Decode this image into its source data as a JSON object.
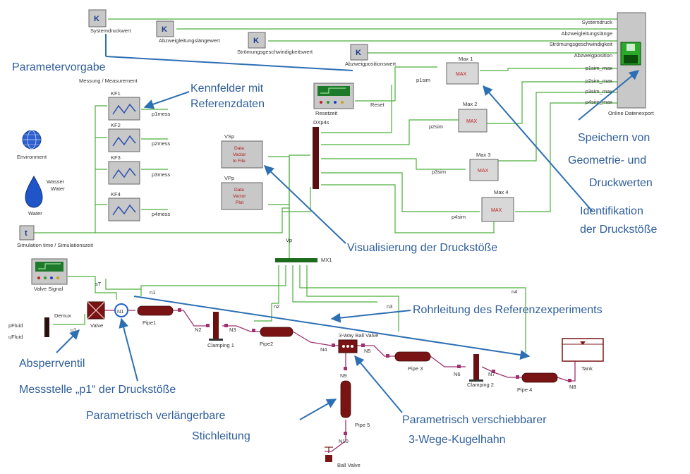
{
  "annotations": {
    "parametervorgabe": "Parametervorgabe",
    "kennfelder_1": "Kennfelder mit",
    "kennfelder_2": "Referenzdaten",
    "speichern_1": "Speichern von",
    "speichern_2": "Geometrie- und",
    "speichern_3": "Druckwerten",
    "identifikation_1": "Identifikation",
    "identifikation_2": "der Druckstöße",
    "visualisierung": "Visualisierung der Druckstöße",
    "rohrleitung": "Rohrleitung des Referenzexperiments",
    "absperrventil": "Absperrventil",
    "messstelle": "Messstelle „p1“ der Druckstöße",
    "stichleitung_1": "Parametrisch verlängerbare",
    "stichleitung_2": "Stichleitung",
    "kugelhahn_1": "Parametrisch verschiebbarer",
    "kugelhahn_2": "3-Wege-Kugelhahn"
  },
  "blocks": {
    "k_glyph": "K",
    "k1": "Systemdruckwert",
    "k2": "Abzweigleitungslängewert",
    "k3": "Strömungsgeschwindigkeitswert",
    "k4": "Abzweigpositionswert",
    "measurement": "Messung / Measurement",
    "kf1": "KF1",
    "kf2": "KF2",
    "kf3": "KF3",
    "kf4": "KF4",
    "p1mess": "p1mess",
    "p2mess": "p2mess",
    "p3mess": "p3mess",
    "p4mess": "p4mess",
    "environment": "Environment",
    "wasser": "Wasser",
    "water_label": "Water",
    "water": "Water",
    "t_glyph": "t",
    "simtime": "Simulation time / Simulationszeit",
    "resetzeit": "Resetzeit",
    "reset": "Reset",
    "vsp": "VSp",
    "vpp": "VPp",
    "dv_line1": "Data",
    "dv_line2": "Vector",
    "dv_file": "to File",
    "dv_plot": "Plot",
    "dxp4s": "DXp4s",
    "vp": "Vp",
    "mx1": "MX1",
    "max_glyph": "MAX",
    "max1": "Max 1",
    "max2": "Max 2",
    "max3": "Max 3",
    "max4": "Max 4",
    "p1sim": "p1sim",
    "p2sim": "p2sim",
    "p3sim": "p3sim",
    "p4sim": "p4sim",
    "export": "Online Datenexport",
    "valve_signal": "Valve Signal",
    "st": "sT",
    "demux": "Demux",
    "pfluid": "pFluid",
    "ufluid": "uFluid",
    "u1": "u1",
    "valve": "Valve",
    "n1": "N1",
    "n2": "N2",
    "n3": "N3",
    "n4": "N4",
    "n5": "N5",
    "n6": "N6",
    "n7": "N7",
    "n8": "N8",
    "n9": "N9",
    "n10": "N10",
    "pipe1": "Pipe1",
    "pipe2": "Pipe2",
    "pipe3": "Pipe 3",
    "pipe4": "Pipe 4",
    "pipe5": "Pipe 5",
    "clamping1": "Clamping 1",
    "clamping2": "Clamping 2",
    "threeway": "3-Way Ball Valve",
    "tank": "Tank",
    "ballvalve": "Ball Valve",
    "n2_sig": "n2",
    "n3_sig": "n3",
    "n4_sig": "n4",
    "n1_sig": "n1"
  },
  "export_ports": [
    "Systemdruck",
    "Abzweigleitungslänge",
    "Strömungsgeschwindigkeit",
    "Abzweigposition",
    "p1sim_max",
    "p2sim_max",
    "p3sim_max",
    "p4sim_max"
  ],
  "colors": {
    "annotation_text": "#2f5e9b",
    "annotation_arrow": "#2d6fb3",
    "signal_line": "#4caf3c",
    "pipe": "#7a1414",
    "node": "#a0306f",
    "hydraulic_line": "#a0306f"
  }
}
